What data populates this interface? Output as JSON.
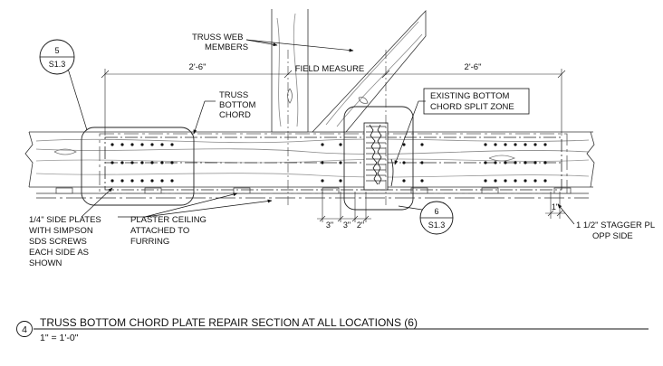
{
  "drawing": {
    "title_number": "4",
    "title": "TRUSS BOTTOM CHORD PLATE REPAIR SECTION AT ALL LOCATIONS (6)",
    "scale": "1\" = 1'-0\""
  },
  "callouts": {
    "section_5": {
      "number": "5",
      "sheet": "S1.3"
    },
    "section_6": {
      "number": "6",
      "sheet": "S1.3"
    }
  },
  "dimensions": {
    "left_span": "2'-6\"",
    "right_span": "2'-6\"",
    "center": "FIELD MEASURE",
    "spacing": [
      "3\"",
      "3\"",
      "2\""
    ],
    "stagger": "1\""
  },
  "notes": {
    "truss_web_members": [
      "TRUSS WEB",
      "MEMBERS"
    ],
    "truss_bottom_chord": [
      "TRUSS",
      "BOTTOM",
      "CHORD"
    ],
    "existing_split": [
      "EXISTING BOTTOM",
      "CHORD SPLIT ZONE"
    ],
    "side_plates": [
      "1/4\" SIDE PLATES",
      "WITH SIMPSON",
      "SDS SCREWS",
      "EACH SIDE AS",
      "SHOWN"
    ],
    "plaster_ceiling": [
      "PLASTER CEILING",
      "ATTACHED TO",
      "FURRING"
    ],
    "stagger_note": [
      "1 1/2\" STAGGER PL",
      "OPP SIDE"
    ]
  }
}
